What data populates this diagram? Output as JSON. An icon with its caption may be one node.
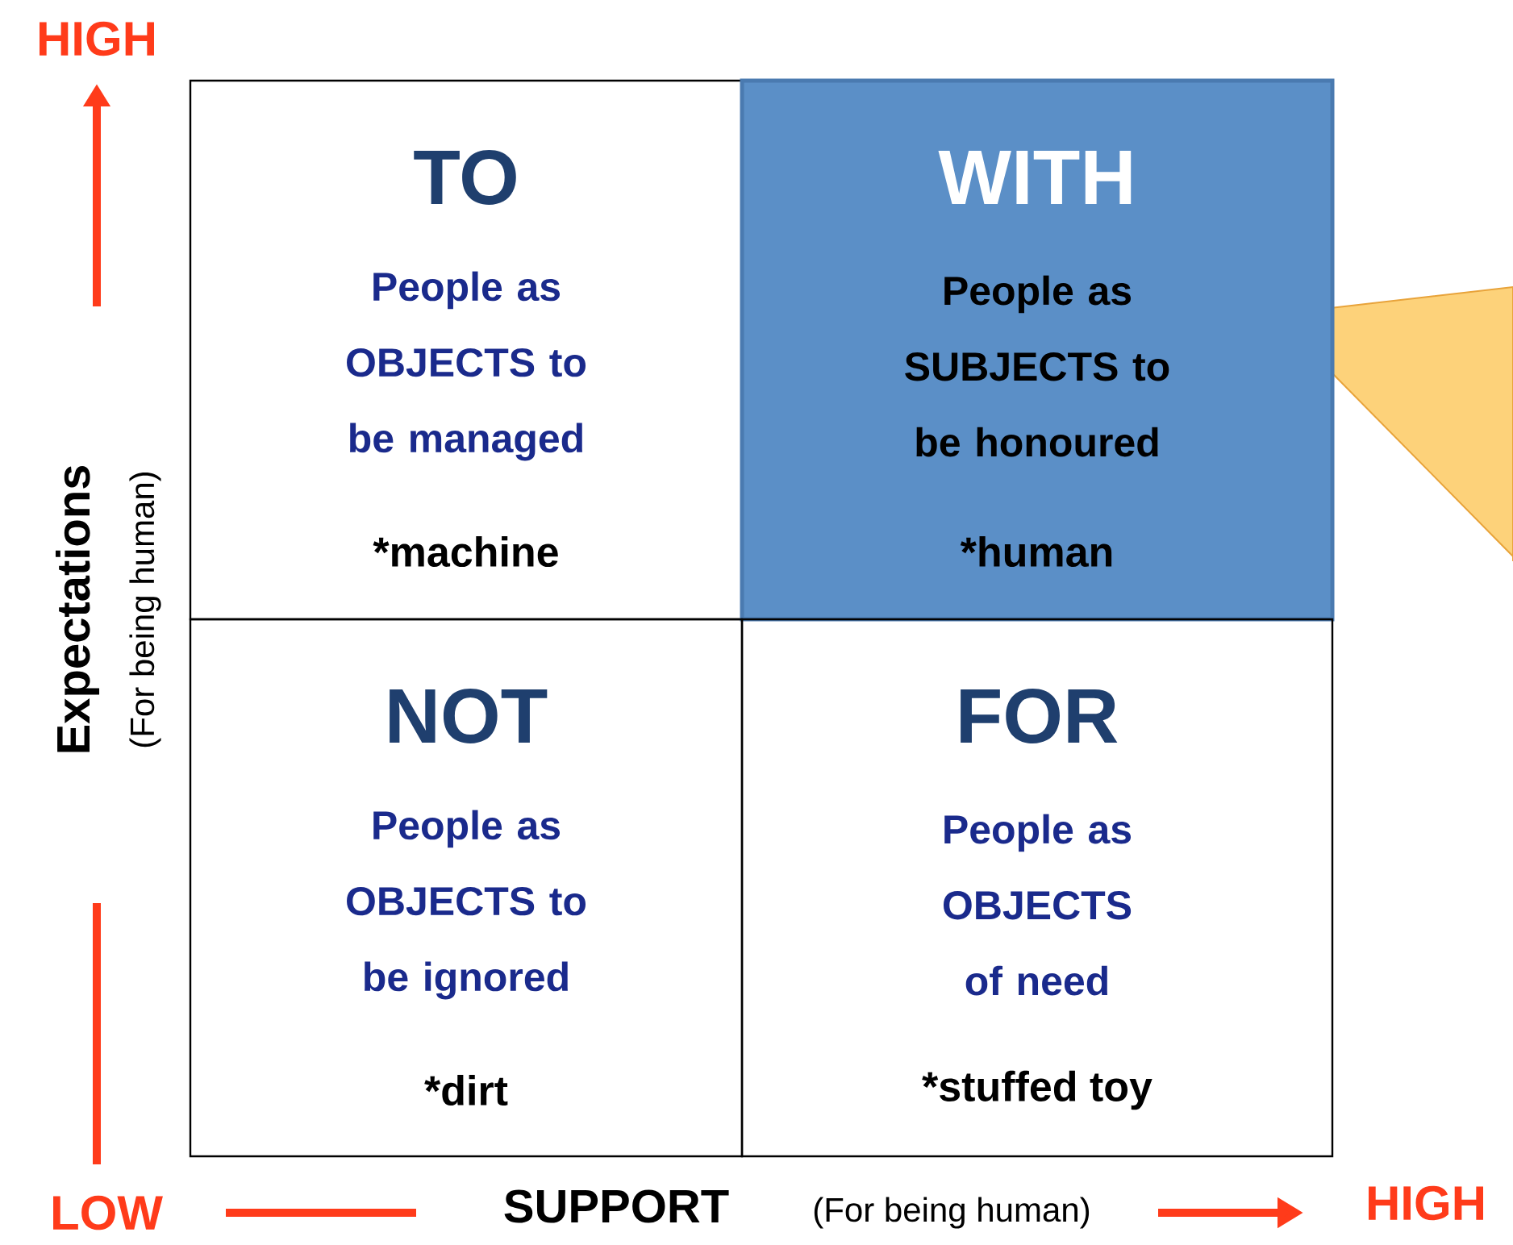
{
  "diagram": {
    "nodes": [
      {
        "text": [
          "TO",
          "People as OBJECTS to be managed",
          "*machine"
        ]
      },
      {
        "text": [
          "WITH",
          "People as SUBJECTS to be honoured",
          "*human"
        ]
      },
      {
        "text": [
          "NOT",
          "People as OBJECTS to be ignored",
          "*dirt"
        ]
      },
      {
        "text": [
          "FOR",
          "People as OBJECTS of need",
          "*stuffed toy"
        ]
      }
    ],
    "labels": [
      "HIGH",
      "Expectations",
      "(For being human)",
      "LOW",
      "SUPPORT",
      "(For being human)",
      "HIGH"
    ]
  }
}
